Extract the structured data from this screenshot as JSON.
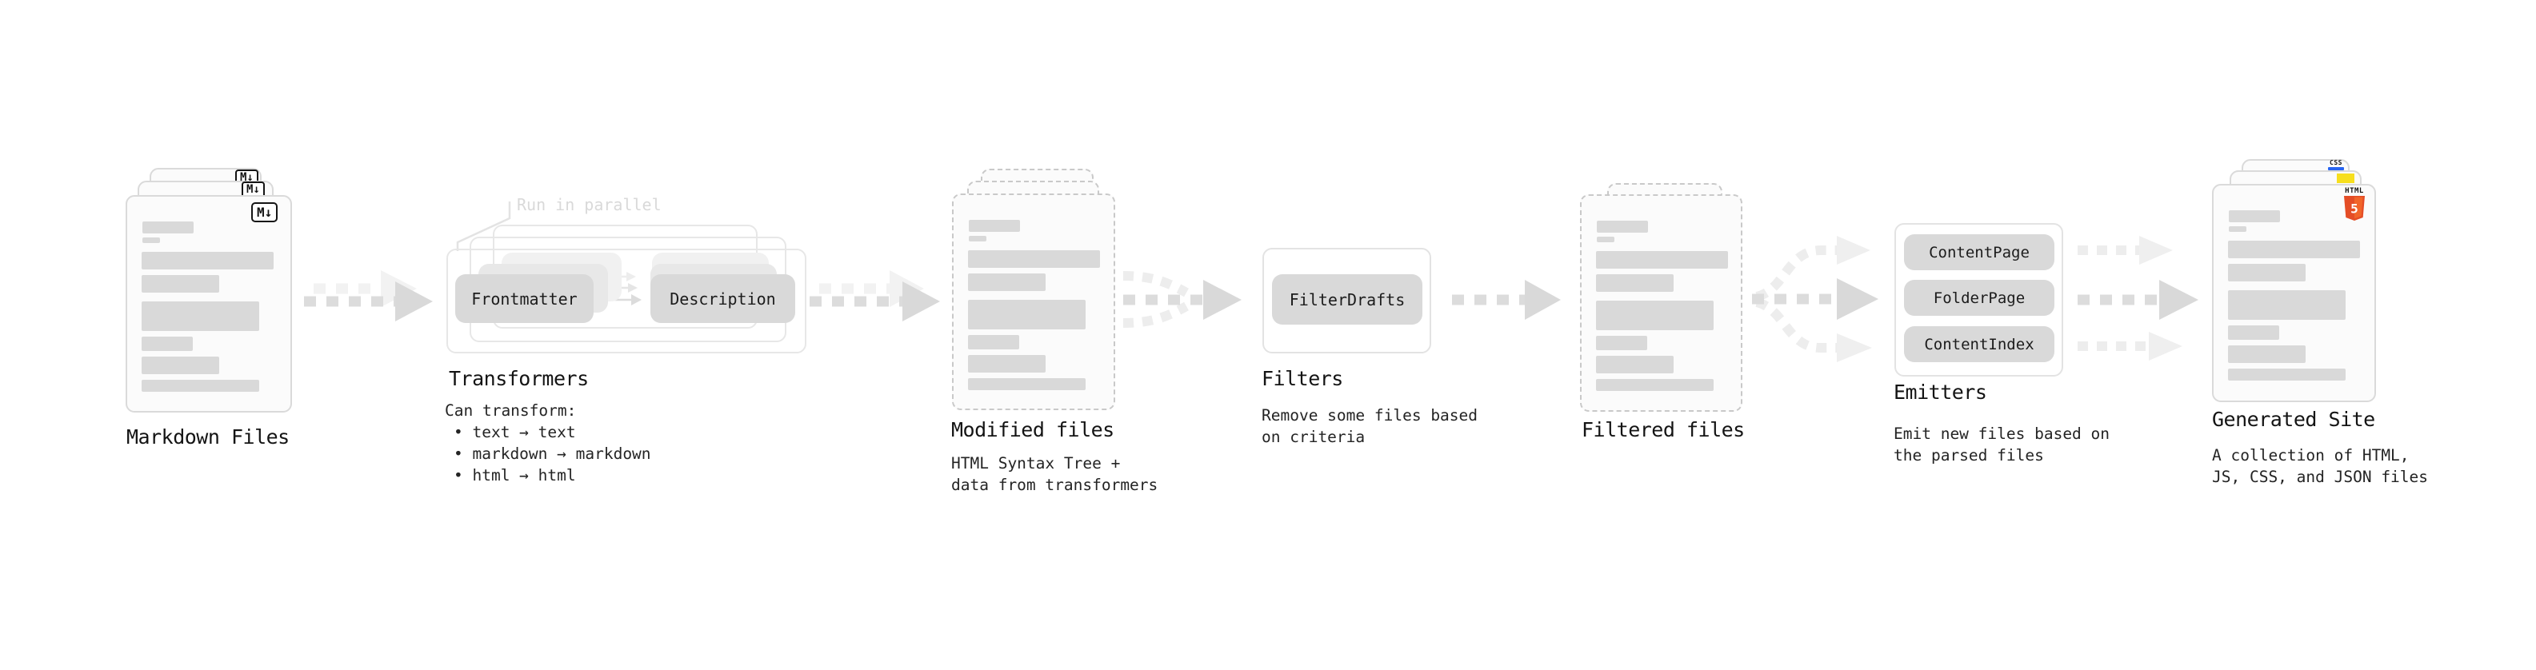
{
  "colors": {
    "bar_gray": "#d9d9d9",
    "pill_gray": "#d9d9d9",
    "arrow_gray": "#dcdcdc",
    "arrow_light": "#f2f2f2",
    "html5_orange": "#e44d26",
    "html5_orange_light": "#f16529",
    "js_yellow": "#f7df1e",
    "css_blue": "#2965f1",
    "text_primary": "#1a1a1a"
  },
  "stages": {
    "markdown_files": {
      "label": "Markdown Files",
      "badge": "M↓"
    },
    "transformers": {
      "callout": "Run in parallel",
      "pill_left": "Frontmatter",
      "pill_right": "Description",
      "title": "Transformers",
      "desc_heading": "Can transform:",
      "bullets": [
        "• text → text",
        "• markdown → markdown",
        "• html → html"
      ]
    },
    "modified_files": {
      "title": "Modified files",
      "desc_line1": "HTML Syntax Tree +",
      "desc_line2": "data from transformers"
    },
    "filters": {
      "pill": "FilterDrafts",
      "title": "Filters",
      "desc_line1": "Remove some files based",
      "desc_line2": "on criteria"
    },
    "filtered_files": {
      "title": "Filtered files"
    },
    "emitters": {
      "pills": [
        "ContentPage",
        "FolderPage",
        "ContentIndex"
      ],
      "title": "Emitters",
      "desc_line1": "Emit new files based on",
      "desc_line2": "the parsed files"
    },
    "generated_site": {
      "title": "Generated Site",
      "desc_line1": "A collection of HTML,",
      "desc_line2": "JS, CSS, and JSON files",
      "badges": {
        "html5_label": "HTML",
        "html5_number": "5",
        "css_label": "CSS"
      }
    }
  }
}
